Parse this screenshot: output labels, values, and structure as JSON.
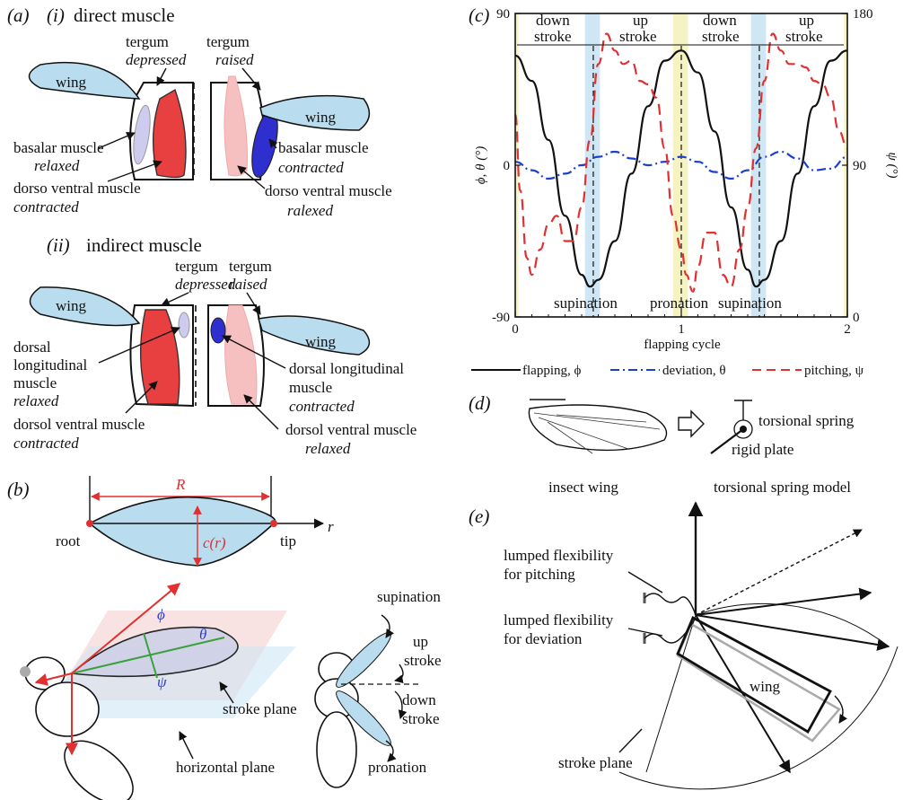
{
  "panel_a": {
    "tag": "(a)",
    "sub_i": "(i)",
    "title_i": "direct muscle",
    "sub_ii": "(ii)",
    "title_ii": "indirect muscle",
    "tergum": "tergum",
    "depressed": "depressed",
    "raised": "raised",
    "wing": "wing",
    "basalar_muscle": "basalar muscle",
    "relaxed": "relaxed",
    "contracted": "contracted",
    "dorso_ventral_muscle": "dorso ventral muscle",
    "ralexed": "ralexed",
    "dorsal": "dorsal",
    "longitudinal": "longitudinal",
    "muscle": "muscle",
    "dorsal_longitudinal": "dorsal longitudinal",
    "dorsol_ventral_muscle": "dorsol ventral muscle"
  },
  "panel_b": {
    "tag": "(b)",
    "R": "R",
    "r": "r",
    "root": "root",
    "tip": "tip",
    "chord": "c(r)",
    "phi": "ϕ",
    "theta": "θ",
    "psi": "ψ",
    "stroke_plane": "stroke plane",
    "horizontal_plane": "horizontal plane",
    "supination": "supination",
    "up": "up",
    "down": "down",
    "stroke": "stroke",
    "pronation": "pronation"
  },
  "panel_c": {
    "tag": "(c)",
    "down": "down",
    "up": "up",
    "stroke": "stroke",
    "supination": "supination",
    "pronation": "pronation",
    "ylabel_left": "ϕ, θ (°)",
    "ylabel_right": "ψ (°)",
    "xlabel": "flapping cycle",
    "left_ticks": [
      "90",
      "0",
      "-90"
    ],
    "right_ticks": [
      "180",
      "90",
      "0"
    ],
    "x_ticks": [
      "0",
      "1",
      "2"
    ],
    "legend": {
      "flapping": "flapping, ϕ",
      "deviation": "deviation, θ",
      "pitching": "pitching, ψ"
    }
  },
  "chart_data": {
    "type": "line",
    "xlabel": "flapping cycle",
    "ylabel": "ϕ, θ (°)",
    "y2label": "ψ (°)",
    "xlim": [
      0,
      2
    ],
    "ylim": [
      -90,
      90
    ],
    "y2lim": [
      0,
      180
    ],
    "series": [
      {
        "name": "flapping, ϕ",
        "axis": "left",
        "style": "solid",
        "color": "#111111",
        "x": [
          0,
          0.1,
          0.2,
          0.3,
          0.4,
          0.45,
          0.5,
          0.6,
          0.7,
          0.8,
          0.9,
          1.0,
          1.1,
          1.2,
          1.3,
          1.4,
          1.45,
          1.5,
          1.6,
          1.7,
          1.8,
          1.9,
          2.0
        ],
        "values": [
          65,
          50,
          15,
          -30,
          -65,
          -72,
          -68,
          -45,
          -5,
          35,
          62,
          68,
          55,
          20,
          -25,
          -62,
          -72,
          -68,
          -45,
          -5,
          35,
          62,
          68
        ]
      },
      {
        "name": "deviation, θ",
        "axis": "left",
        "style": "dashdot",
        "color": "#1a3fd0",
        "x": [
          0,
          0.1,
          0.2,
          0.3,
          0.4,
          0.5,
          0.6,
          0.7,
          0.8,
          0.9,
          1.0,
          1.1,
          1.2,
          1.3,
          1.4,
          1.5,
          1.6,
          1.7,
          1.8,
          1.9,
          2.0
        ],
        "values": [
          2,
          -3,
          -8,
          -5,
          0,
          5,
          8,
          4,
          0,
          2,
          5,
          2,
          -4,
          -8,
          -3,
          5,
          8,
          4,
          -3,
          -2,
          5
        ]
      },
      {
        "name": "pitching, ψ",
        "axis": "right",
        "style": "dashed",
        "color": "#e03030",
        "x": [
          0,
          0.03,
          0.07,
          0.1,
          0.15,
          0.2,
          0.25,
          0.3,
          0.35,
          0.4,
          0.45,
          0.5,
          0.55,
          0.6,
          0.65,
          0.7,
          0.75,
          0.8,
          0.85,
          0.9,
          0.95,
          1.0,
          1.03,
          1.07,
          1.1,
          1.15,
          1.2,
          1.25,
          1.3,
          1.35,
          1.4,
          1.45,
          1.5,
          1.55,
          1.6,
          1.65,
          1.7,
          1.75,
          1.8,
          1.85,
          1.9,
          1.95,
          2.0
        ],
        "values": [
          120,
          75,
          35,
          25,
          40,
          55,
          60,
          45,
          45,
          65,
          105,
          150,
          168,
          158,
          150,
          152,
          140,
          138,
          130,
          100,
          60,
          40,
          25,
          15,
          30,
          50,
          50,
          25,
          18,
          40,
          65,
          100,
          140,
          168,
          158,
          150,
          150,
          148,
          140,
          138,
          130,
          110,
          100
        ]
      }
    ],
    "bands": [
      {
        "range": [
          0,
          0.02
        ],
        "color": "#f6f3c2"
      },
      {
        "range": [
          0.42,
          0.51
        ],
        "color": "#cfe7f5"
      },
      {
        "range": [
          0.95,
          1.04
        ],
        "color": "#f6f3c2"
      },
      {
        "range": [
          1.42,
          1.51
        ],
        "color": "#cfe7f5"
      },
      {
        "range": [
          1.98,
          2.0
        ],
        "color": "#f6f3c2"
      }
    ],
    "dashed_verticals": [
      0.47,
      1.0,
      1.47
    ]
  },
  "panel_d": {
    "tag": "(d)",
    "torsional_spring": "torsional spring",
    "rigid_plate": "rigid plate",
    "insect_wing": "insect wing",
    "torsional_spring_model": "torsional spring model"
  },
  "panel_e": {
    "tag": "(e)",
    "lumped_pitching_1": "lumped flexibility",
    "lumped_pitching_2": "for pitching",
    "lumped_deviation_1": "lumped flexibility",
    "lumped_deviation_2": "for deviation",
    "wing": "wing",
    "stroke_plane": "stroke plane"
  },
  "colors": {
    "wing_fill": "#b9dcee",
    "muscle_red": "#e84040",
    "muscle_pink": "#f6c0c0",
    "muscle_blue": "#2f2fd0",
    "muscle_lavender": "#cdcbee",
    "yellow_band": "#f6f3c2",
    "blue_band": "#cfe7f5"
  }
}
